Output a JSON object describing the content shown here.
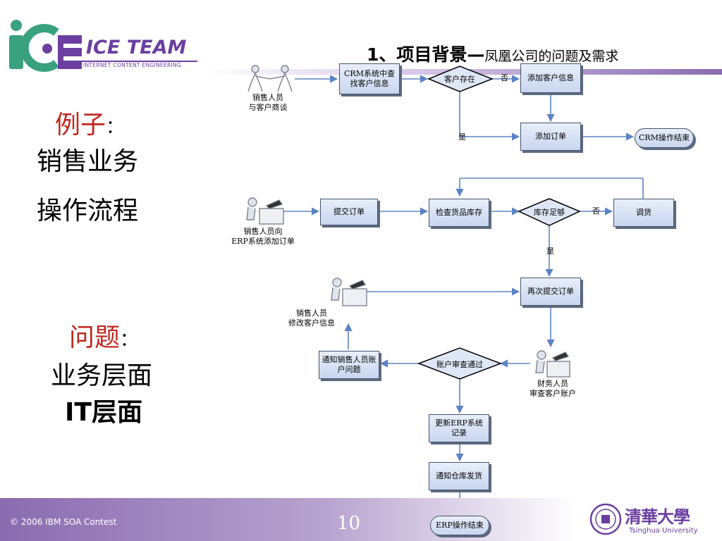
{
  "logo": {
    "brand": "ICE TEAM",
    "tagline": "INTERNET CONTENT ENGINEERING"
  },
  "title": {
    "main": "1、项目背景—",
    "sub": "凤凰公司的问题及需求"
  },
  "left": {
    "example_label": "例子",
    "colon": "：",
    "line1": "销售业务",
    "line2": "操作流程",
    "problem_label": "问题",
    "line3": "业务层面",
    "line4": "IT层面"
  },
  "flow": {
    "actor1": "销售人员\n与客户商谈",
    "crm_search": "CRM系统中查找客户信息",
    "decision_customer": "客户存在",
    "no1": "否",
    "yes1": "是",
    "add_customer": "添加客户信息",
    "add_order": "添加订单",
    "crm_end": "CRM操作结束",
    "actor2": "销售人员向\nERP系统添加订单",
    "submit_order": "提交订单",
    "check_stock": "检查货品库存",
    "decision_stock": "库存足够",
    "no2": "否",
    "yes2": "是",
    "transfer": "调货",
    "resubmit": "再次提交订单",
    "actor3": "销售人员\n修改客户信息",
    "decision_account": "账户审查通过",
    "notify_sales": "通知销售人员账户问题",
    "actor4": "财务人员\n审查客户账户",
    "update_erp": "更新ERP系统记录",
    "notify_warehouse": "通知仓库发货",
    "erp_end": "ERP操作结束"
  },
  "footer": {
    "copyright": "© 2006 IBM SOA Contest",
    "page": "10",
    "university": "Tsinghua University",
    "university_cn": "清華大學"
  },
  "colors": {
    "accent_purple": "#6b3fa0",
    "logo_green": "#3aa17e",
    "title_red": "#c0281e",
    "arrow": "#5b83c6"
  }
}
